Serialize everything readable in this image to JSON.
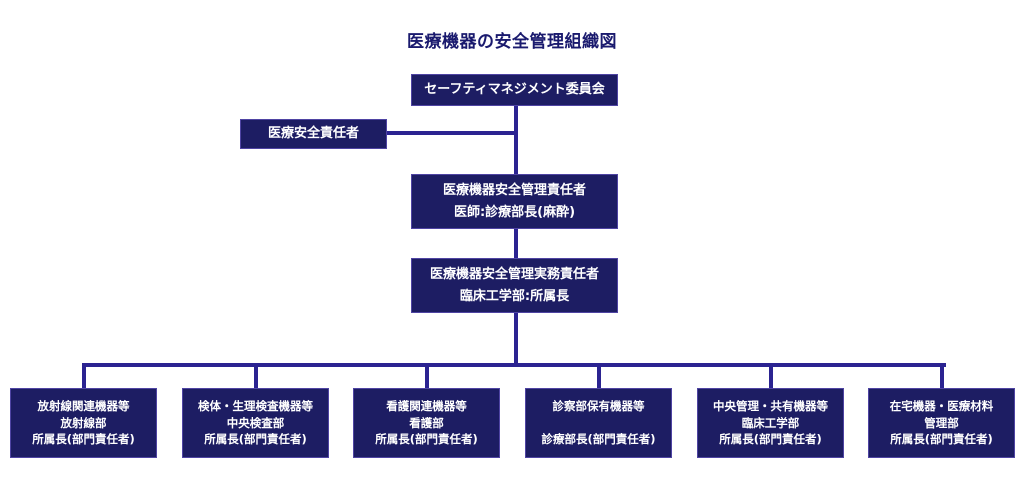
{
  "chart_data": {
    "type": "diagram",
    "diagram_kind": "organization-chart",
    "title": "医療機器の安全管理組織図",
    "colors": {
      "node_fill": "#1d1d63",
      "node_border": "#4f44a3",
      "connector": "#2b2391",
      "title_text": "#1a1a6e",
      "node_text": "#ffffff",
      "background": "#ffffff"
    },
    "levels": [
      {
        "level": 1,
        "nodes": [
          {
            "id": "committee",
            "lines": [
              "セーフティマネジメント委員会"
            ]
          }
        ]
      },
      {
        "level": 2,
        "nodes": [
          {
            "id": "safety-officer",
            "lines": [
              "医療安全責任者"
            ],
            "attachment": "side-branch-left"
          }
        ]
      },
      {
        "level": 3,
        "nodes": [
          {
            "id": "manager",
            "lines": [
              "医療機器安全管理責任者",
              "医師:診療部長(麻酔)"
            ]
          }
        ]
      },
      {
        "level": 4,
        "nodes": [
          {
            "id": "operations",
            "lines": [
              "医療機器安全管理実務責任者",
              "臨床工学部:所属長"
            ]
          }
        ]
      },
      {
        "level": 5,
        "nodes": [
          {
            "id": "dept-radiology",
            "lines": [
              "放射線関連機器等",
              "放射線部",
              "所属長(部門責任者)"
            ]
          },
          {
            "id": "dept-laboratory",
            "lines": [
              "検体・生理検査機器等",
              "中央検査部",
              "所属長(部門責任者)"
            ]
          },
          {
            "id": "dept-nursing",
            "lines": [
              "看護関連機器等",
              "看護部",
              "所属長(部門責任者)"
            ]
          },
          {
            "id": "dept-clinical",
            "lines": [
              "診察部保有機器等",
              "",
              "診療部長(部門責任者)"
            ]
          },
          {
            "id": "dept-central",
            "lines": [
              "中央管理・共有機器等",
              "臨床工学部",
              "所属長(部門責任者)"
            ]
          },
          {
            "id": "dept-homecare",
            "lines": [
              "在宅機器・医療材料",
              "管理部",
              "所属長(部門責任者)"
            ]
          }
        ]
      }
    ],
    "edges": [
      {
        "from": "committee",
        "to": "manager",
        "style": "vertical"
      },
      {
        "from": "committee",
        "to": "safety-officer",
        "style": "horizontal-branch"
      },
      {
        "from": "manager",
        "to": "operations",
        "style": "vertical"
      },
      {
        "from": "operations",
        "to": "dept-radiology",
        "style": "bus"
      },
      {
        "from": "operations",
        "to": "dept-laboratory",
        "style": "bus"
      },
      {
        "from": "operations",
        "to": "dept-nursing",
        "style": "bus"
      },
      {
        "from": "operations",
        "to": "dept-clinical",
        "style": "bus"
      },
      {
        "from": "operations",
        "to": "dept-central",
        "style": "bus"
      },
      {
        "from": "operations",
        "to": "dept-homecare",
        "style": "bus"
      }
    ]
  },
  "title": "医療機器の安全管理組織図",
  "nodes": {
    "committee": {
      "line_1": "セーフティマネジメント委員会"
    },
    "safety_officer": {
      "line_1": "医療安全責任者"
    },
    "manager": {
      "line_1": "医療機器安全管理責任者",
      "line_2": "医師:診療部長(麻酔)"
    },
    "operations": {
      "line_1": "医療機器安全管理実務責任者",
      "line_2": "臨床工学部:所属長"
    },
    "departments": [
      {
        "line_1": "放射線関連機器等",
        "line_2": "放射線部",
        "line_3": "所属長(部門責任者)"
      },
      {
        "line_1": "検体・生理検査機器等",
        "line_2": "中央検査部",
        "line_3": "所属長(部門責任者)"
      },
      {
        "line_1": "看護関連機器等",
        "line_2": "看護部",
        "line_3": "所属長(部門責任者)"
      },
      {
        "line_1": "診察部保有機器等",
        "line_2": "",
        "line_3": "診療部長(部門責任者)"
      },
      {
        "line_1": "中央管理・共有機器等",
        "line_2": "臨床工学部",
        "line_3": "所属長(部門責任者)"
      },
      {
        "line_1": "在宅機器・医療材料",
        "line_2": "管理部",
        "line_3": "所属長(部門責任者)"
      }
    ]
  }
}
